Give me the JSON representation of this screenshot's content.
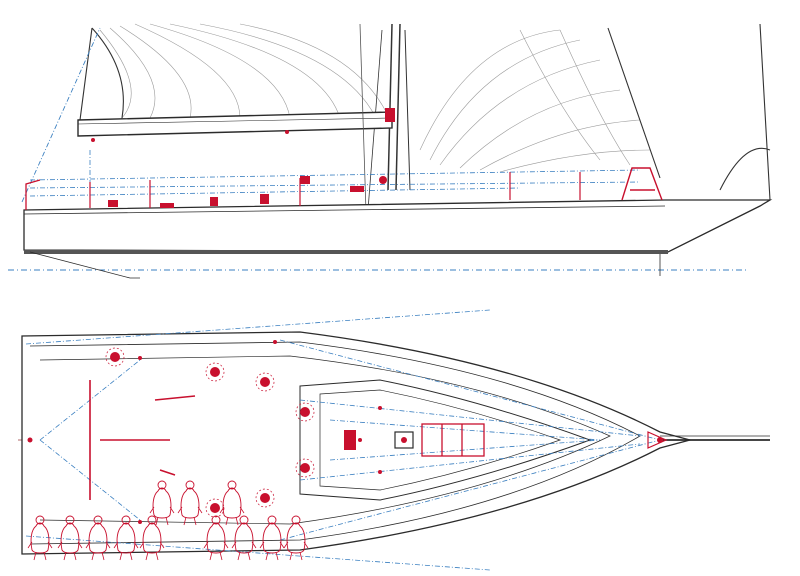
{
  "drawing": {
    "views": [
      {
        "id": "side",
        "kind": "side-elevation"
      },
      {
        "id": "plan",
        "kind": "deck-plan"
      }
    ],
    "colors": {
      "hull": "#2b2b2b",
      "fittings": "#c8102e",
      "centerline": "#3a7fc0",
      "rigging_fan": "#8a8a8a",
      "sheet_lines": "#4a7ab8",
      "background": "#ffffff"
    },
    "crew_count_plan_view": 12,
    "icons": [
      "winch-icon",
      "crew-figure-icon",
      "pad-eye-icon"
    ]
  }
}
